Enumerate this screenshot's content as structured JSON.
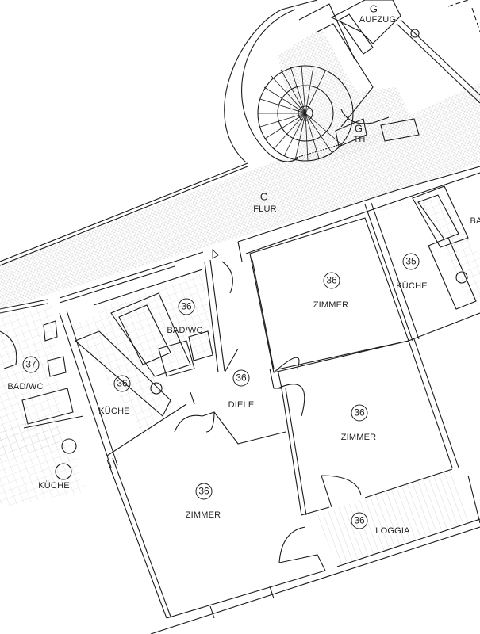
{
  "plan": {
    "rooms": [
      {
        "id": "aufzug",
        "code": "G",
        "name": "AUFZUG"
      },
      {
        "id": "th",
        "code": "G",
        "name": "TH"
      },
      {
        "id": "flur",
        "code": "G",
        "name": "FLUR"
      },
      {
        "id": "bad-right",
        "name": "BA"
      },
      {
        "id": "kueche-35",
        "number": "35",
        "name": "KÜCHE"
      },
      {
        "id": "zimmer-top",
        "number": "36",
        "name": "ZIMMER"
      },
      {
        "id": "bad-36",
        "number": "36",
        "name": "BAD/WC"
      },
      {
        "id": "bad-37",
        "number": "37",
        "name": "BAD/WC"
      },
      {
        "id": "kueche-36",
        "number": "36",
        "name": "KÜCHE"
      },
      {
        "id": "diele",
        "number": "36",
        "name": "DIELE"
      },
      {
        "id": "zimmer-right",
        "number": "36",
        "name": "ZIMMER"
      },
      {
        "id": "kueche-left",
        "name": "KÜCHE"
      },
      {
        "id": "zimmer-bottom",
        "number": "36",
        "name": "ZIMMER"
      },
      {
        "id": "loggia",
        "number": "36",
        "name": "LOGGIA"
      }
    ]
  },
  "colors": {
    "line": "#1a1a1a",
    "hatch": "#d8d8d8",
    "background": "#ffffff"
  }
}
